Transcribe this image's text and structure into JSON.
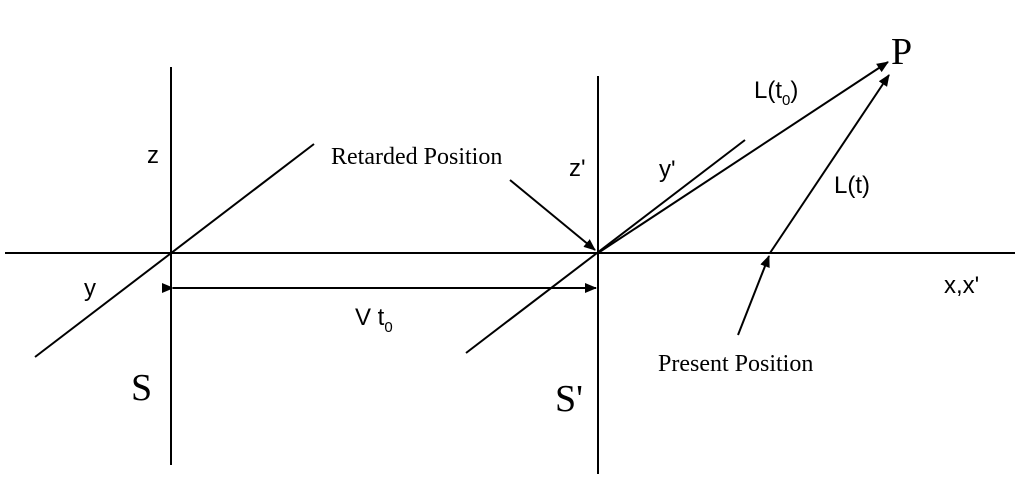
{
  "labels": {
    "z": "z",
    "y": "y",
    "S": "S",
    "z_prime": "z'",
    "y_prime": "y'",
    "S_prime": "S'",
    "x_axis": "x,x'",
    "P": "P",
    "distance_main": "V t",
    "distance_sub": "0",
    "L_t0_main": "L(t",
    "L_t0_sub": "0",
    "L_t0_close": ")",
    "L_t": "L(t)",
    "retarded_position": "Retarded Position",
    "present_position": "Present Position"
  },
  "colors": {
    "ink": "#000000",
    "background": "#ffffff"
  }
}
